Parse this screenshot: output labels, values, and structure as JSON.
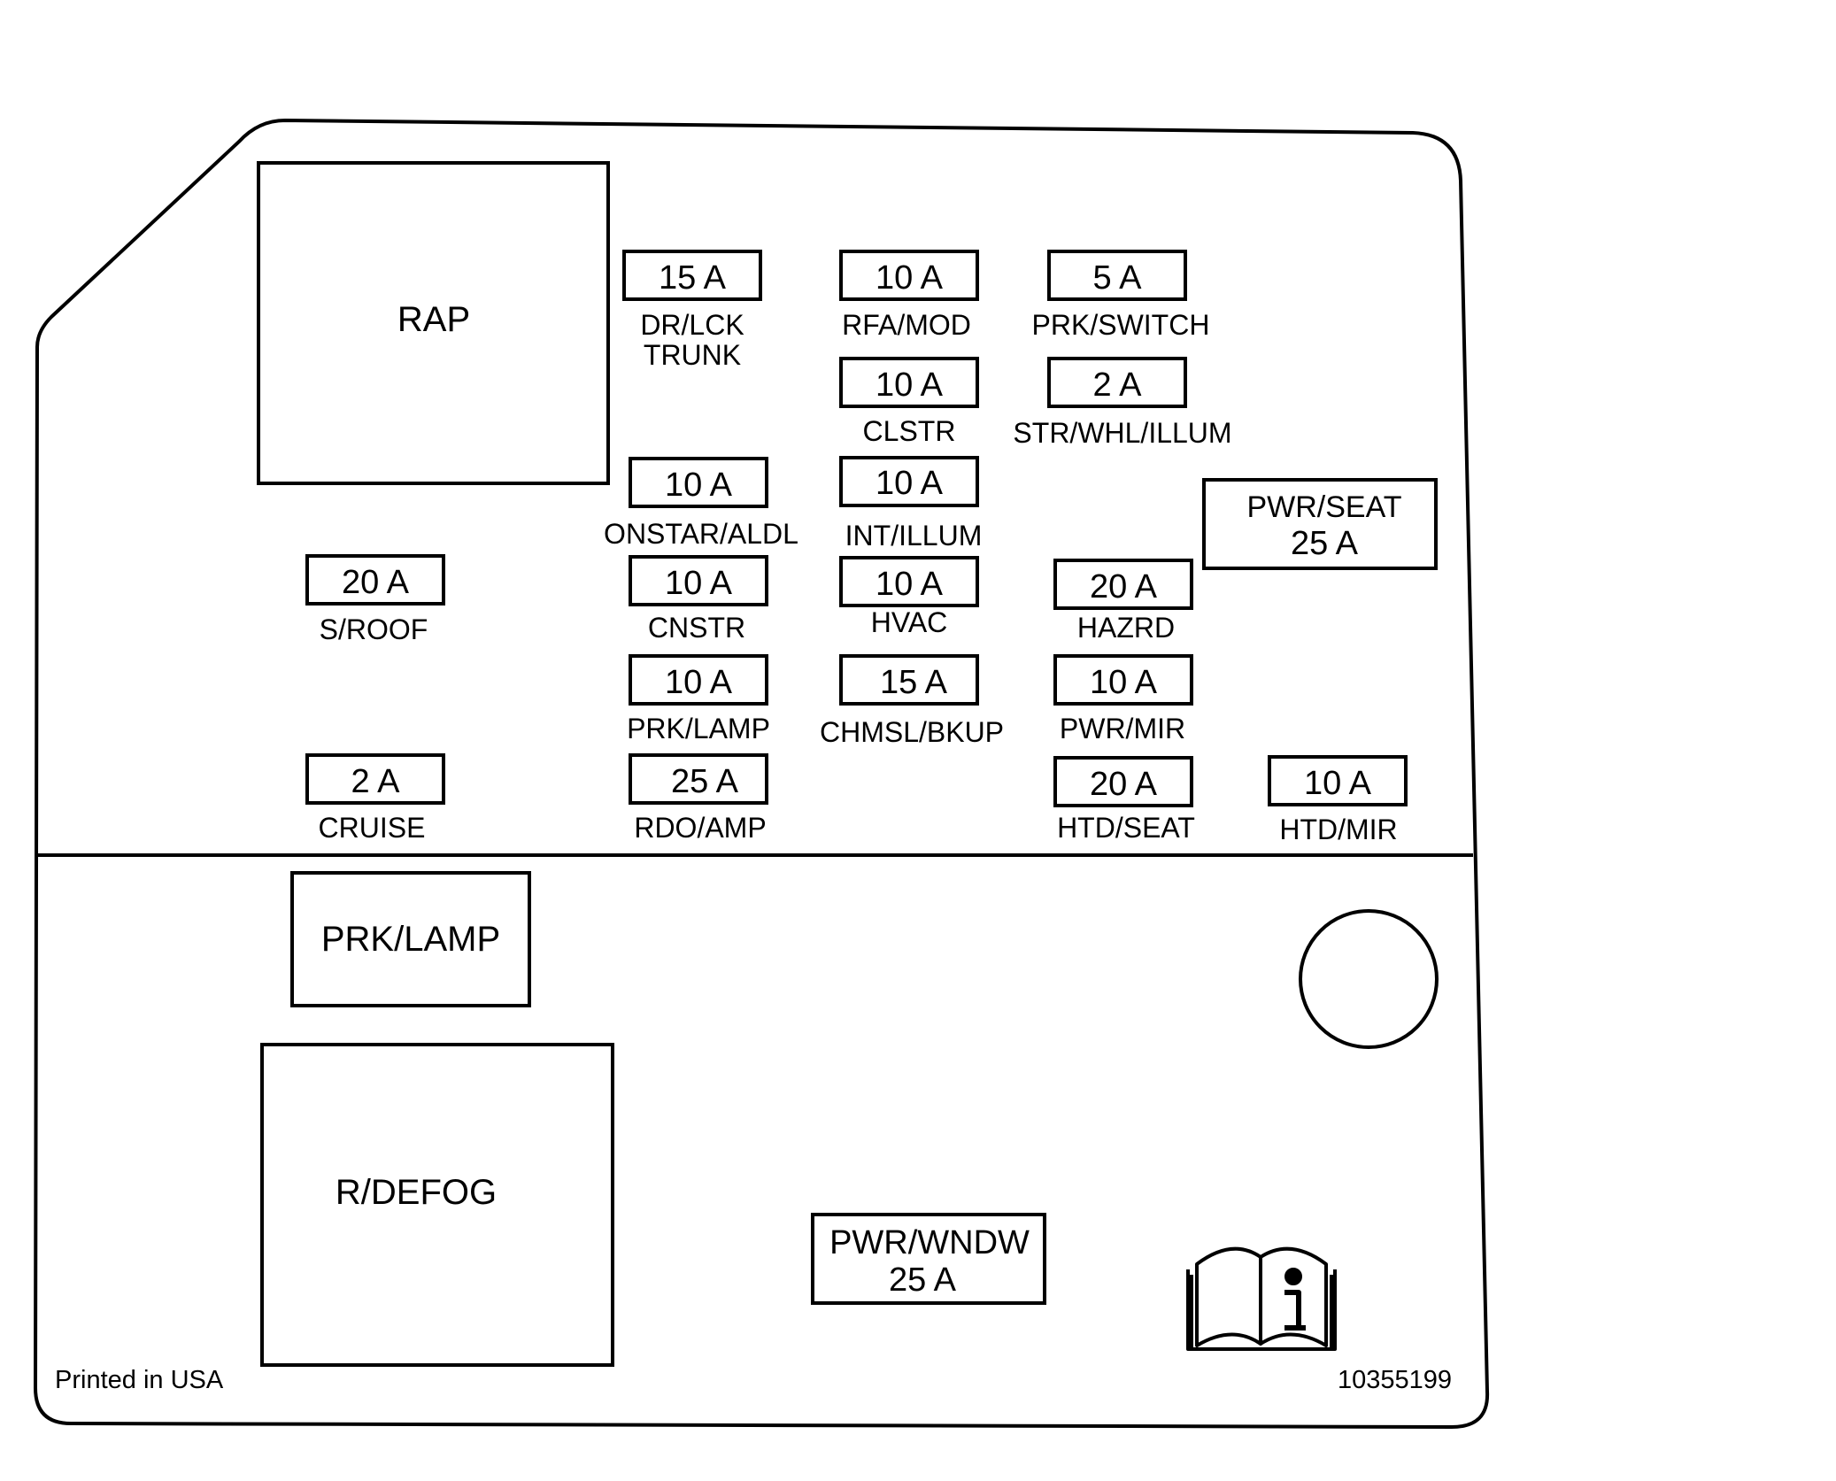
{
  "relays": {
    "rap": "RAP",
    "prk_lamp": "PRK/LAMP",
    "r_defog": "R/DEFOG"
  },
  "large_fuses": {
    "pwr_seat": {
      "label": "PWR/SEAT",
      "rating": "25 A"
    },
    "pwr_wndw": {
      "label": "PWR/WNDW",
      "rating": "25 A"
    }
  },
  "fuses": {
    "dr_lck": {
      "rating": "15 A",
      "label": "DR/LCK",
      "label2": "TRUNK"
    },
    "rfa_mod": {
      "rating": "10 A",
      "label": "RFA/MOD"
    },
    "prk_switch": {
      "rating": "5 A",
      "label": "PRK/SWITCH"
    },
    "clstr": {
      "rating": "10 A",
      "label": "CLSTR"
    },
    "str_whl": {
      "rating": "2 A",
      "label": "STR/WHL/ILLUM"
    },
    "onstar": {
      "rating": "10 A",
      "label": "ONSTAR/ALDL"
    },
    "int_illum": {
      "rating": "10 A",
      "label": "INT/ILLUM"
    },
    "s_roof": {
      "rating": "20 A",
      "label": "S/ROOF"
    },
    "cnstr": {
      "rating": "10 A",
      "label": "CNSTR"
    },
    "hvac": {
      "rating": "10 A",
      "label": "HVAC"
    },
    "hazrd": {
      "rating": "20 A",
      "label": "HAZRD"
    },
    "prk_lamp": {
      "rating": "10 A",
      "label": "PRK/LAMP"
    },
    "chmsl": {
      "rating": "15 A",
      "label": "CHMSL/BKUP"
    },
    "pwr_mir": {
      "rating": "10 A",
      "label": "PWR/MIR"
    },
    "cruise": {
      "rating": "2 A",
      "label": "CRUISE"
    },
    "rdo_amp": {
      "rating": "25 A",
      "label": "RDO/AMP"
    },
    "htd_seat": {
      "rating": "20 A",
      "label": "HTD/SEAT"
    },
    "htd_mir": {
      "rating": "10 A",
      "label": "HTD/MIR"
    }
  },
  "footer": {
    "printed": "Printed in USA",
    "part_number": "10355199"
  },
  "icons": {
    "manual": "manual-info-icon"
  }
}
